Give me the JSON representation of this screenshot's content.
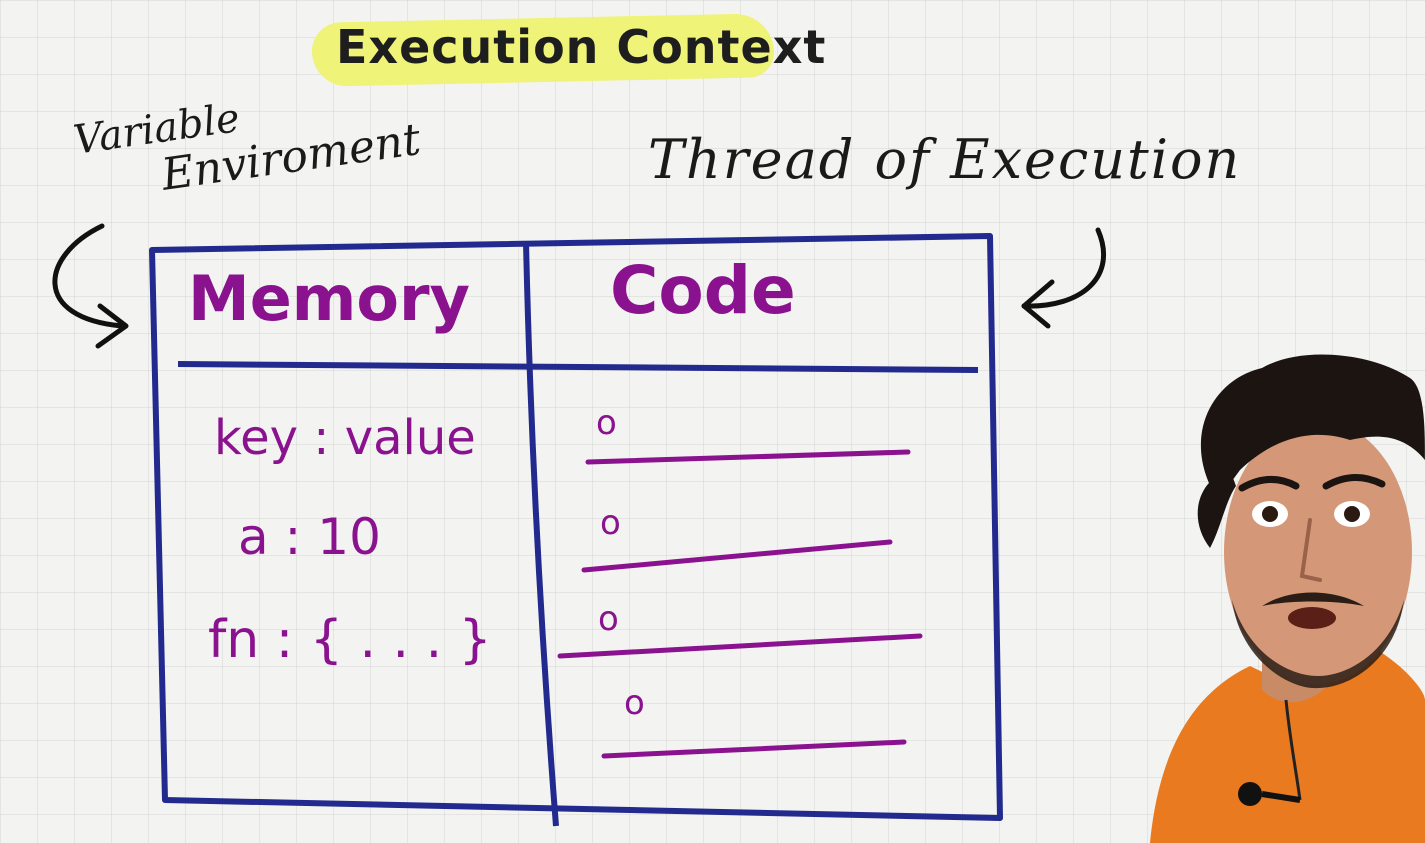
{
  "title": "Execution Context",
  "labels": {
    "variable": "Variable",
    "environment": "Enviroment",
    "thread": "Thread of Execution"
  },
  "table": {
    "memory_header": "Memory",
    "code_header": "Code",
    "memory_rows": [
      "key : value",
      "a : 10",
      "fn : { . . . }"
    ],
    "code_rows": [
      "o",
      "o",
      "o",
      "o"
    ]
  },
  "colors": {
    "ink_table": "#232a8e",
    "ink_text": "#8a128f",
    "highlight": "#eef36a",
    "shirt": "#ea7a1f"
  }
}
